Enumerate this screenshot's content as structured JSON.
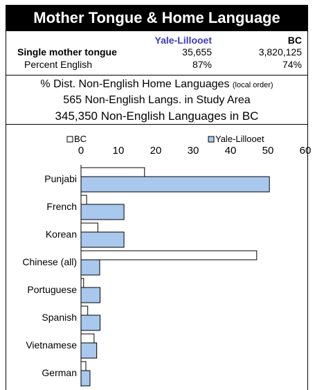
{
  "title": "Mother Tongue & Home Language",
  "stats": {
    "col_yale": "Yale-Lillooet",
    "col_bc": "BC",
    "rows": [
      {
        "label": "Single mother tongue",
        "yale": "35,655",
        "bc": "3,820,125"
      },
      {
        "label": "Percent English",
        "yale": "87%",
        "bc": "74%"
      }
    ]
  },
  "info": {
    "line1_main": "% Dist. Non-English Home Languages",
    "line1_note": "(local order)",
    "line2": "565 Non-English Langs. in Study Area",
    "line3": "345,350 Non-English Languages in BC"
  },
  "colors": {
    "yale": "#a8c8ee",
    "bc": "#ffffff",
    "title_bg": "#000000",
    "yale_header": "#3b3bbf"
  },
  "chart_data": {
    "type": "bar",
    "orientation": "horizontal",
    "categories": [
      "Punjabi",
      "French",
      "Korean",
      "Chinese (all)",
      "Portuguese",
      "Spanish",
      "Vietnamese",
      "German"
    ],
    "series": [
      {
        "name": "BC",
        "values": [
          17,
          1.5,
          4.5,
          47,
          0.7,
          1.8,
          3.5,
          1.3
        ]
      },
      {
        "name": "Yale-Lillooet",
        "values": [
          50.4,
          11.5,
          11.5,
          5,
          5.1,
          5.1,
          4.2,
          2.4
        ]
      }
    ],
    "xlim": [
      0,
      60
    ],
    "xticks": [
      0,
      10,
      20,
      30,
      40,
      50,
      60
    ],
    "legend_position": "top"
  }
}
